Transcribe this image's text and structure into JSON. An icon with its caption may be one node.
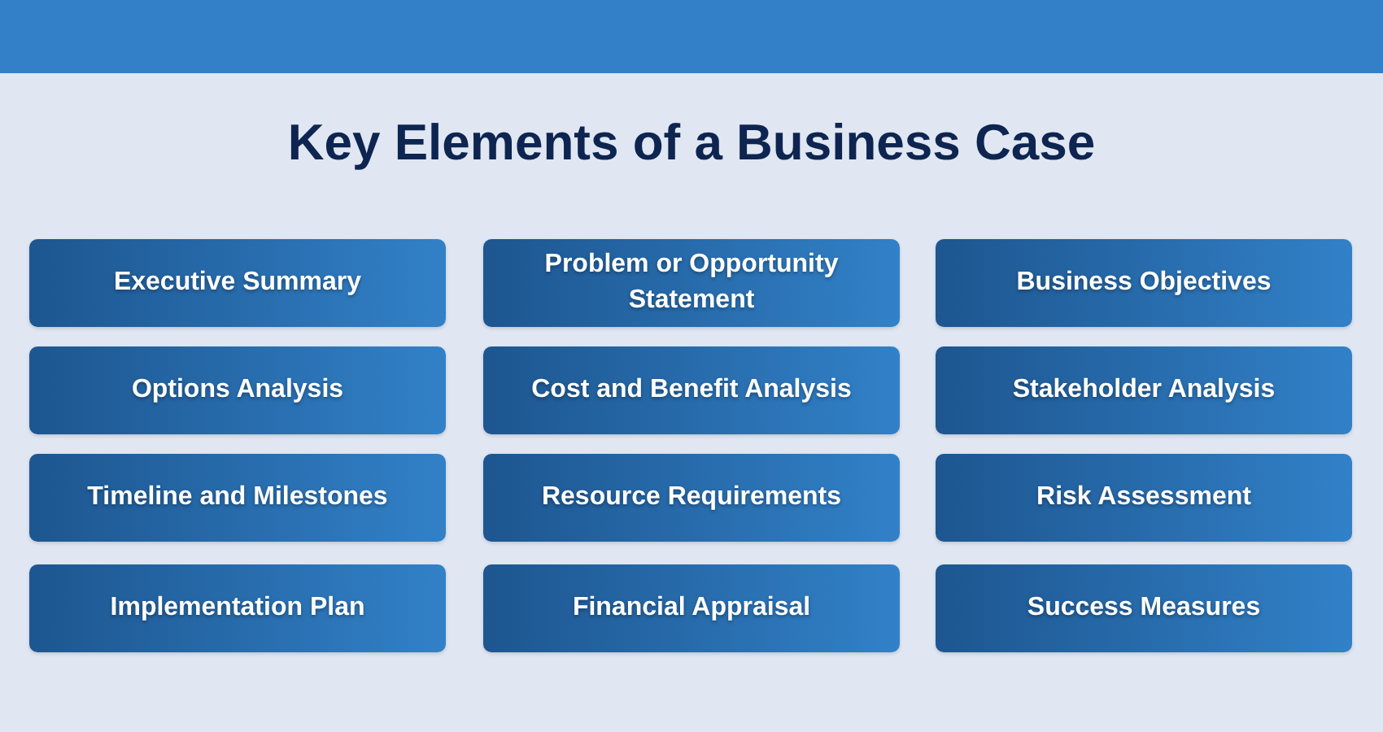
{
  "diagram": {
    "title": "Key Elements of a Business Case",
    "nodes": [
      {
        "text": [
          "Executive Summary"
        ]
      },
      {
        "text": [
          "Problem or Opportunity Statement"
        ]
      },
      {
        "text": [
          "Business Objectives"
        ]
      },
      {
        "text": [
          "Options Analysis"
        ]
      },
      {
        "text": [
          "Cost and Benefit Analysis"
        ]
      },
      {
        "text": [
          "Stakeholder Analysis"
        ]
      },
      {
        "text": [
          "Timeline and Milestones"
        ]
      },
      {
        "text": [
          "Resource Requirements"
        ]
      },
      {
        "text": [
          "Risk Assessment"
        ]
      },
      {
        "text": [
          "Implementation Plan"
        ]
      },
      {
        "text": [
          "Financial Appraisal"
        ]
      },
      {
        "text": [
          "Success Measures"
        ]
      }
    ]
  }
}
